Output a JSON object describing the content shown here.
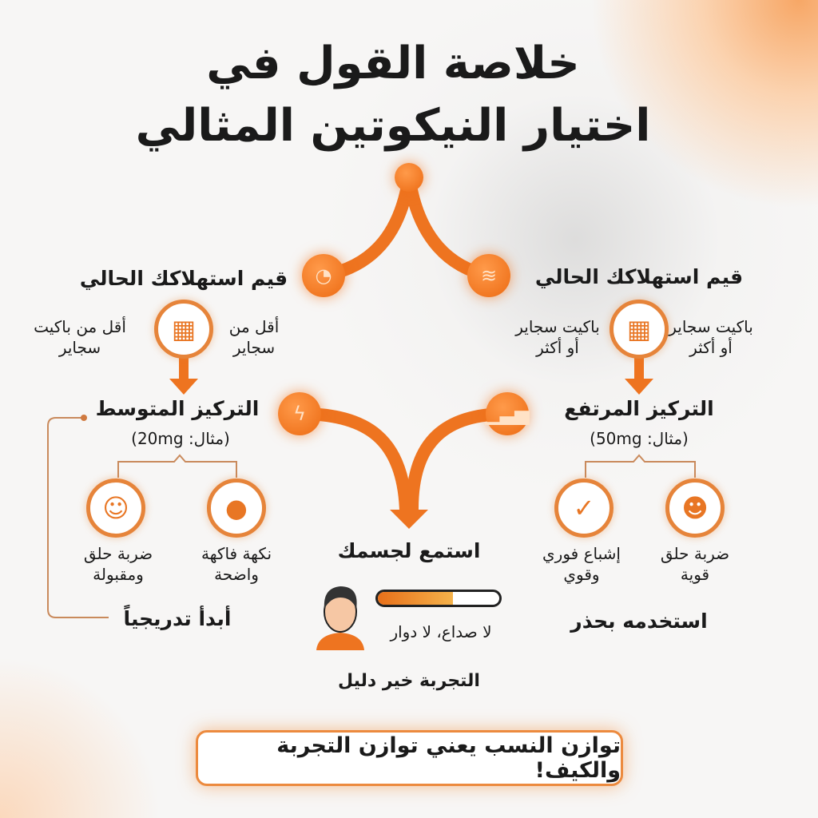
{
  "title": {
    "line1": "خلاصة القول في",
    "line2": "اختيار النيكوتين المثالي"
  },
  "accent_color": "#ec6a12",
  "left": {
    "header": "قيم استهلاكك الحالي",
    "icon": "cigarette-pack-icon",
    "option_a": [
      "أقل من",
      "سجاير"
    ],
    "option_b": [
      "أقل من باكيت",
      "سجاير"
    ],
    "level": "التركيز المتوسط",
    "example": "(مثال: 20mg)",
    "features": [
      {
        "icon": "throat-icon",
        "label": [
          "ضربة حلق",
          "ومقبولة"
        ]
      },
      {
        "icon": "fruit-icon",
        "label": [
          "نكهة فاكهة",
          "واضحة"
        ]
      }
    ],
    "advice": "أبدأ تدريجياً"
  },
  "right": {
    "header": "قيم استهلاكك الحالي",
    "icon": "cigarette-pack-icon",
    "option_a": [
      "باكيت سجاير",
      "أو أكثر"
    ],
    "option_b": [
      "باكيت سجاير",
      "أو أكثر"
    ],
    "level": "التركيز المرتفع",
    "example": "(مثال: 50mg)",
    "features": [
      {
        "icon": "check-icon",
        "label": [
          "إشباع فوري",
          "وقوي"
        ]
      },
      {
        "icon": "throat-strong-icon",
        "label": [
          "ضربة حلق",
          "قوية"
        ]
      }
    ],
    "advice": "استخدمه بحذر"
  },
  "center": {
    "heading": "استمع لجسمك",
    "status": "لا صداع، لا دوار",
    "comfort_level_percent": 62,
    "footer": "التجربة خير دليل"
  },
  "banner": "توازن النسب يعني توازن التجربة والكيف!"
}
